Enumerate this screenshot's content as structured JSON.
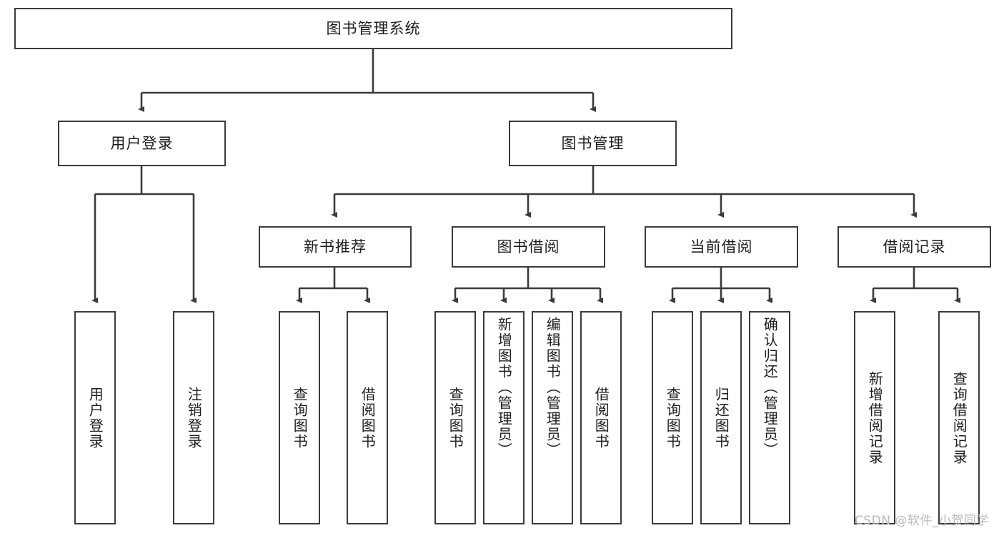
{
  "diagram": {
    "title": "图书管理系统",
    "type": "tree-hierarchy",
    "root": {
      "id": "root",
      "label": "图书管理系统"
    },
    "level2": [
      {
        "id": "user-login",
        "label": "用户登录"
      },
      {
        "id": "book-manage",
        "label": "图书管理"
      }
    ],
    "level3": [
      {
        "id": "new-book-recommend",
        "label": "新书推荐",
        "parent": "book-manage"
      },
      {
        "id": "book-borrow",
        "label": "图书借阅",
        "parent": "book-manage"
      },
      {
        "id": "current-borrow",
        "label": "当前借阅",
        "parent": "book-manage"
      },
      {
        "id": "borrow-record",
        "label": "借阅记录",
        "parent": "book-manage"
      }
    ],
    "leaves": [
      {
        "id": "leaf-user-login",
        "label": "用户登录",
        "parent": "user-login"
      },
      {
        "id": "leaf-user-logout",
        "label": "注销登录",
        "parent": "user-login"
      },
      {
        "id": "leaf-query-book-1",
        "label": "查询图书",
        "parent": "new-book-recommend"
      },
      {
        "id": "leaf-borrow-book-1",
        "label": "借阅图书",
        "parent": "new-book-recommend"
      },
      {
        "id": "leaf-query-book-2",
        "label": "查询图书",
        "parent": "book-borrow"
      },
      {
        "id": "leaf-add-book",
        "label": "新增图书（管理员）",
        "parent": "book-borrow"
      },
      {
        "id": "leaf-edit-book",
        "label": "编辑图书（管理员）",
        "parent": "book-borrow"
      },
      {
        "id": "leaf-borrow-book-2",
        "label": "借阅图书",
        "parent": "book-borrow"
      },
      {
        "id": "leaf-query-book-3",
        "label": "查询图书",
        "parent": "current-borrow"
      },
      {
        "id": "leaf-return-book",
        "label": "归还图书",
        "parent": "current-borrow"
      },
      {
        "id": "leaf-confirm-return",
        "label": "确认归还（管理员）",
        "parent": "current-borrow"
      },
      {
        "id": "leaf-add-record",
        "label": "新增借阅记录",
        "parent": "borrow-record"
      },
      {
        "id": "leaf-query-record",
        "label": "查询借阅记录",
        "parent": "borrow-record"
      }
    ],
    "colors": {
      "border": "#3b3b3b",
      "background": "#ffffff",
      "text": "#1d1d1d",
      "watermark": "#b9b9b9"
    }
  },
  "watermark": {
    "text": "CSDN @软件_小贺同学"
  }
}
